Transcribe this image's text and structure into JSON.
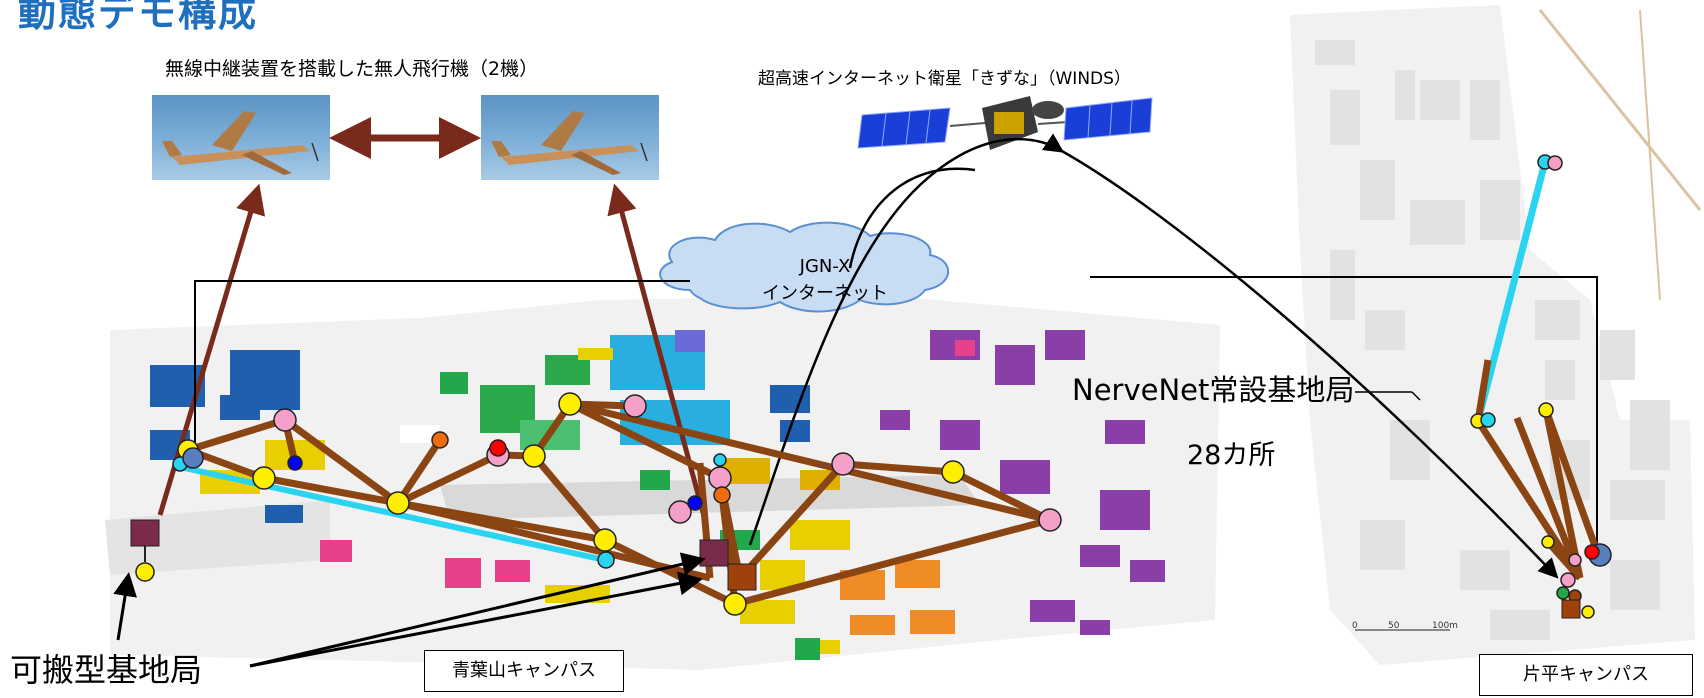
{
  "title": "動態デモ構成",
  "drone_caption": "無線中継装置を搭載した無人飛行機（2機）",
  "satellite_caption": "超高速インターネット衛星「きずな」（WINDS）",
  "cloud": {
    "line1": "JGN-X",
    "line2": "インターネット"
  },
  "nervenet_label": "NerveNet常設基地局",
  "station_count": "28カ所",
  "portable_base_label": "可搬型基地局",
  "campus_aobayama": "青葉山キャンパス",
  "campus_katahira": "片平キャンパス",
  "colors": {
    "link": "#8b4513",
    "wireless": "#2ad4f0",
    "arrow": "#7a2a1a",
    "node": "#ffee00",
    "node_pink": "#f5a0c8",
    "portable": "#7a2a4a",
    "title": "#1f6fbf"
  }
}
